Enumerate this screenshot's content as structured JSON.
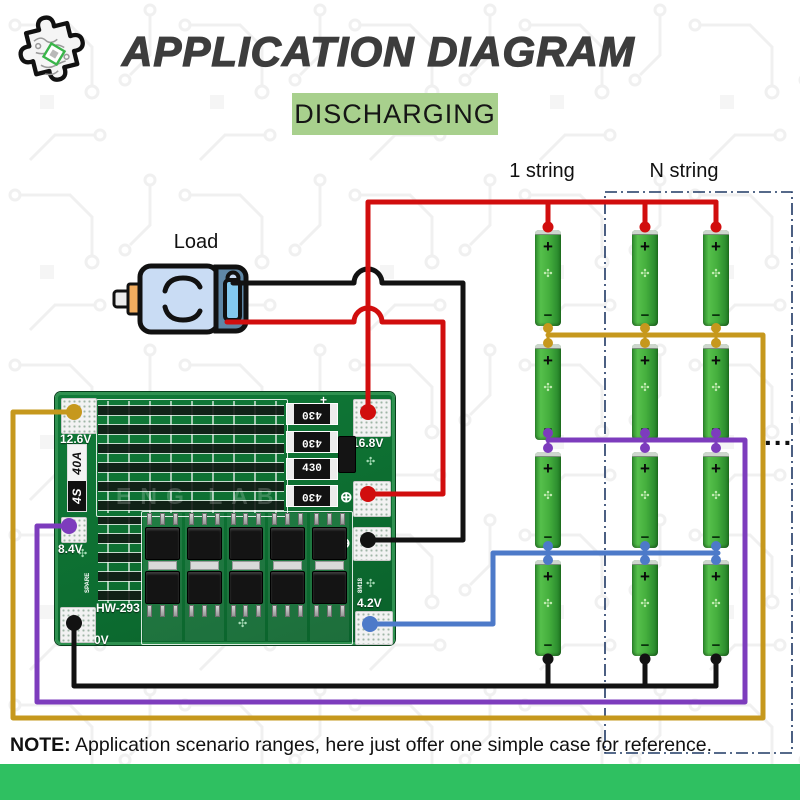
{
  "header": {
    "title": "APPLICATION DIAGRAM",
    "badge": "DISCHARGING"
  },
  "diagram": {
    "load_label": "Load",
    "string1_label": "1 string",
    "stringN_label": "N string",
    "ellipsis": "...",
    "battery": {
      "plus": "+",
      "minus": "−",
      "logo_glyph": "✣"
    }
  },
  "board": {
    "model": "HW-293",
    "spec_cells": "4S",
    "spec_current": "40A",
    "spare": "SPARE",
    "side_mark": "8M18",
    "watermark": "ENG LAB",
    "resistor_value": "430",
    "plus_silk": "+",
    "pads": {
      "b_plus": "16.8V",
      "vc3": "12.6V",
      "vc2": "8.4V",
      "vc1": "4.2V",
      "b_minus": "0V",
      "p_plus_symbol": "⊕",
      "p_minus_symbol": "⊖"
    }
  },
  "note": {
    "bold": "NOTE:",
    "text": " Application scenario ranges, here just offer one simple case for reference."
  },
  "colors": {
    "wire_red": "#d10e0e",
    "wire_black": "#121212",
    "wire_yellow": "#c6981d",
    "wire_purple": "#7d3cbd",
    "wire_blue": "#4d7ac9",
    "dash_navy": "#1f3864",
    "badge_bg": "#a8d08d",
    "bar_green": "#2fc061",
    "pcb_green": "#0d6e31",
    "battery_green": "#44ae3d"
  }
}
